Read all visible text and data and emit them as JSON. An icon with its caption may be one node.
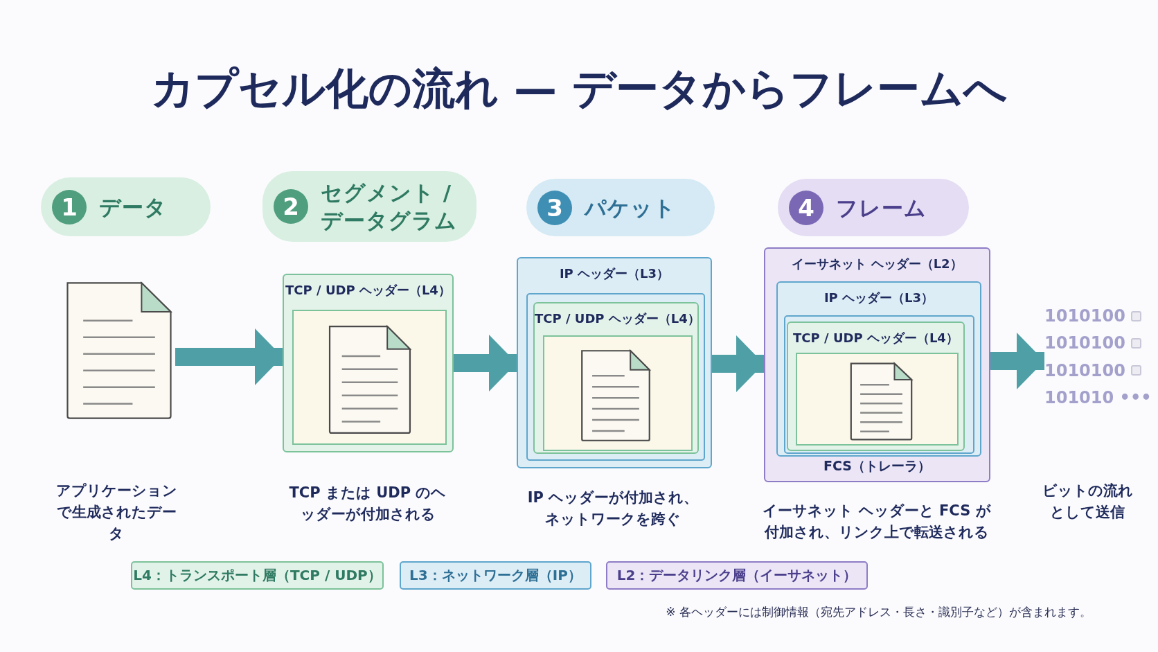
{
  "diagram": {
    "title": "カプセル化の流れ — データからフレームへ",
    "nodes": [
      {
        "text": [
          "1",
          "データ"
        ]
      },
      {
        "text": [
          "2",
          "セグメント / データグラム"
        ]
      },
      {
        "text": [
          "3",
          "パケット"
        ]
      },
      {
        "text": [
          "4",
          "フレーム"
        ]
      },
      {
        "text": [],
        "shape": "picture"
      },
      {
        "text": [
          "TCP / UDP ヘッダー（L4）"
        ]
      },
      {
        "text": [],
        "shape": "box",
        "in": 5
      },
      {
        "text": [],
        "shape": "picture",
        "in": 6
      },
      {
        "text": [
          "IP ヘッダー（L3）"
        ]
      },
      {
        "text": [
          "TCP / UDP ヘッダー（L4）"
        ],
        "in": 8
      },
      {
        "text": [],
        "shape": "box",
        "in": 9
      },
      {
        "text": [],
        "shape": "picture",
        "in": 10
      },
      {
        "text": [
          "イーサネット ヘッダー（L2）",
          "FCS（トレーラ）"
        ]
      },
      {
        "text": [
          "IP ヘッダー（L3）"
        ],
        "in": 12
      },
      {
        "text": [
          "TCP / UDP ヘッダー（L4）"
        ],
        "in": 13
      },
      {
        "text": [],
        "shape": "box",
        "in": 14
      },
      {
        "text": [],
        "shape": "picture",
        "in": 15
      },
      {
        "text": [
          "1010100",
          "1010100",
          "1010100",
          "101010 •••"
        ]
      }
    ],
    "edges": [
      {
        "from": 4,
        "to": 5,
        "arrow": "to"
      },
      {
        "from": 5,
        "to": 8,
        "arrow": "to"
      },
      {
        "from": 8,
        "to": 12,
        "arrow": "to"
      },
      {
        "from": 12,
        "to": 17,
        "arrow": "to"
      }
    ],
    "labels": [
      "アプリケーションで生成されたデータ",
      "TCP または UDP のヘッダーが付加される",
      "IP ヘッダーが付加され、ネットワークを跨ぐ",
      "イーサネット ヘッダーと FCS が付加され、リンク上で転送される",
      "ビットの流れとして送信",
      "※ 各ヘッダーには制御情報（宛先アドレス・長さ・識別子など）が含まれます。"
    ],
    "legend": [
      {
        "text": "L4：トランスポート層（TCP / UDP）",
        "color": "#e1f2e8"
      },
      {
        "text": "L3：ネットワーク層（IP）",
        "color": "#dcedf6"
      },
      {
        "text": "L2：データリンク層（イーサネット）",
        "color": "#ebe5f6"
      }
    ]
  }
}
